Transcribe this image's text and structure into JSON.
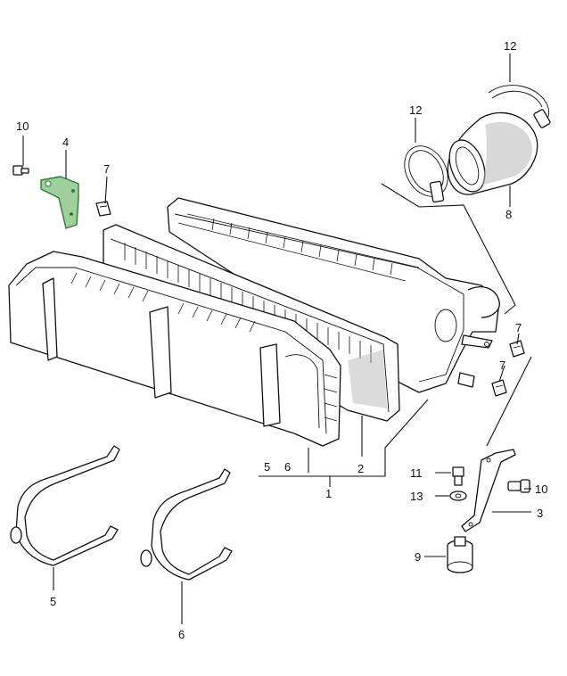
{
  "diagram": {
    "labels": {
      "box_assembly": "1",
      "filter_element": "2",
      "bracket": "3",
      "bracket_highlight": "4",
      "strap_front_a": "5",
      "strap_front_b": "6",
      "strap_front": "5",
      "strap_rear": "6",
      "clip_top": "7",
      "clip_right_upper": "7",
      "clip_right_lower": "7",
      "intake_boot": "8",
      "rubber_mount": "9",
      "bolt_top_left": "10",
      "bolt_right": "10",
      "bolt_right_small": "11",
      "hose_clamp_top": "12",
      "hose_clamp_left": "12",
      "washer": "13"
    },
    "colors": {
      "line": "#111111",
      "highlight": "#2e7d32",
      "highlight_fill": "#9fcf9a",
      "background": "#ffffff"
    }
  }
}
